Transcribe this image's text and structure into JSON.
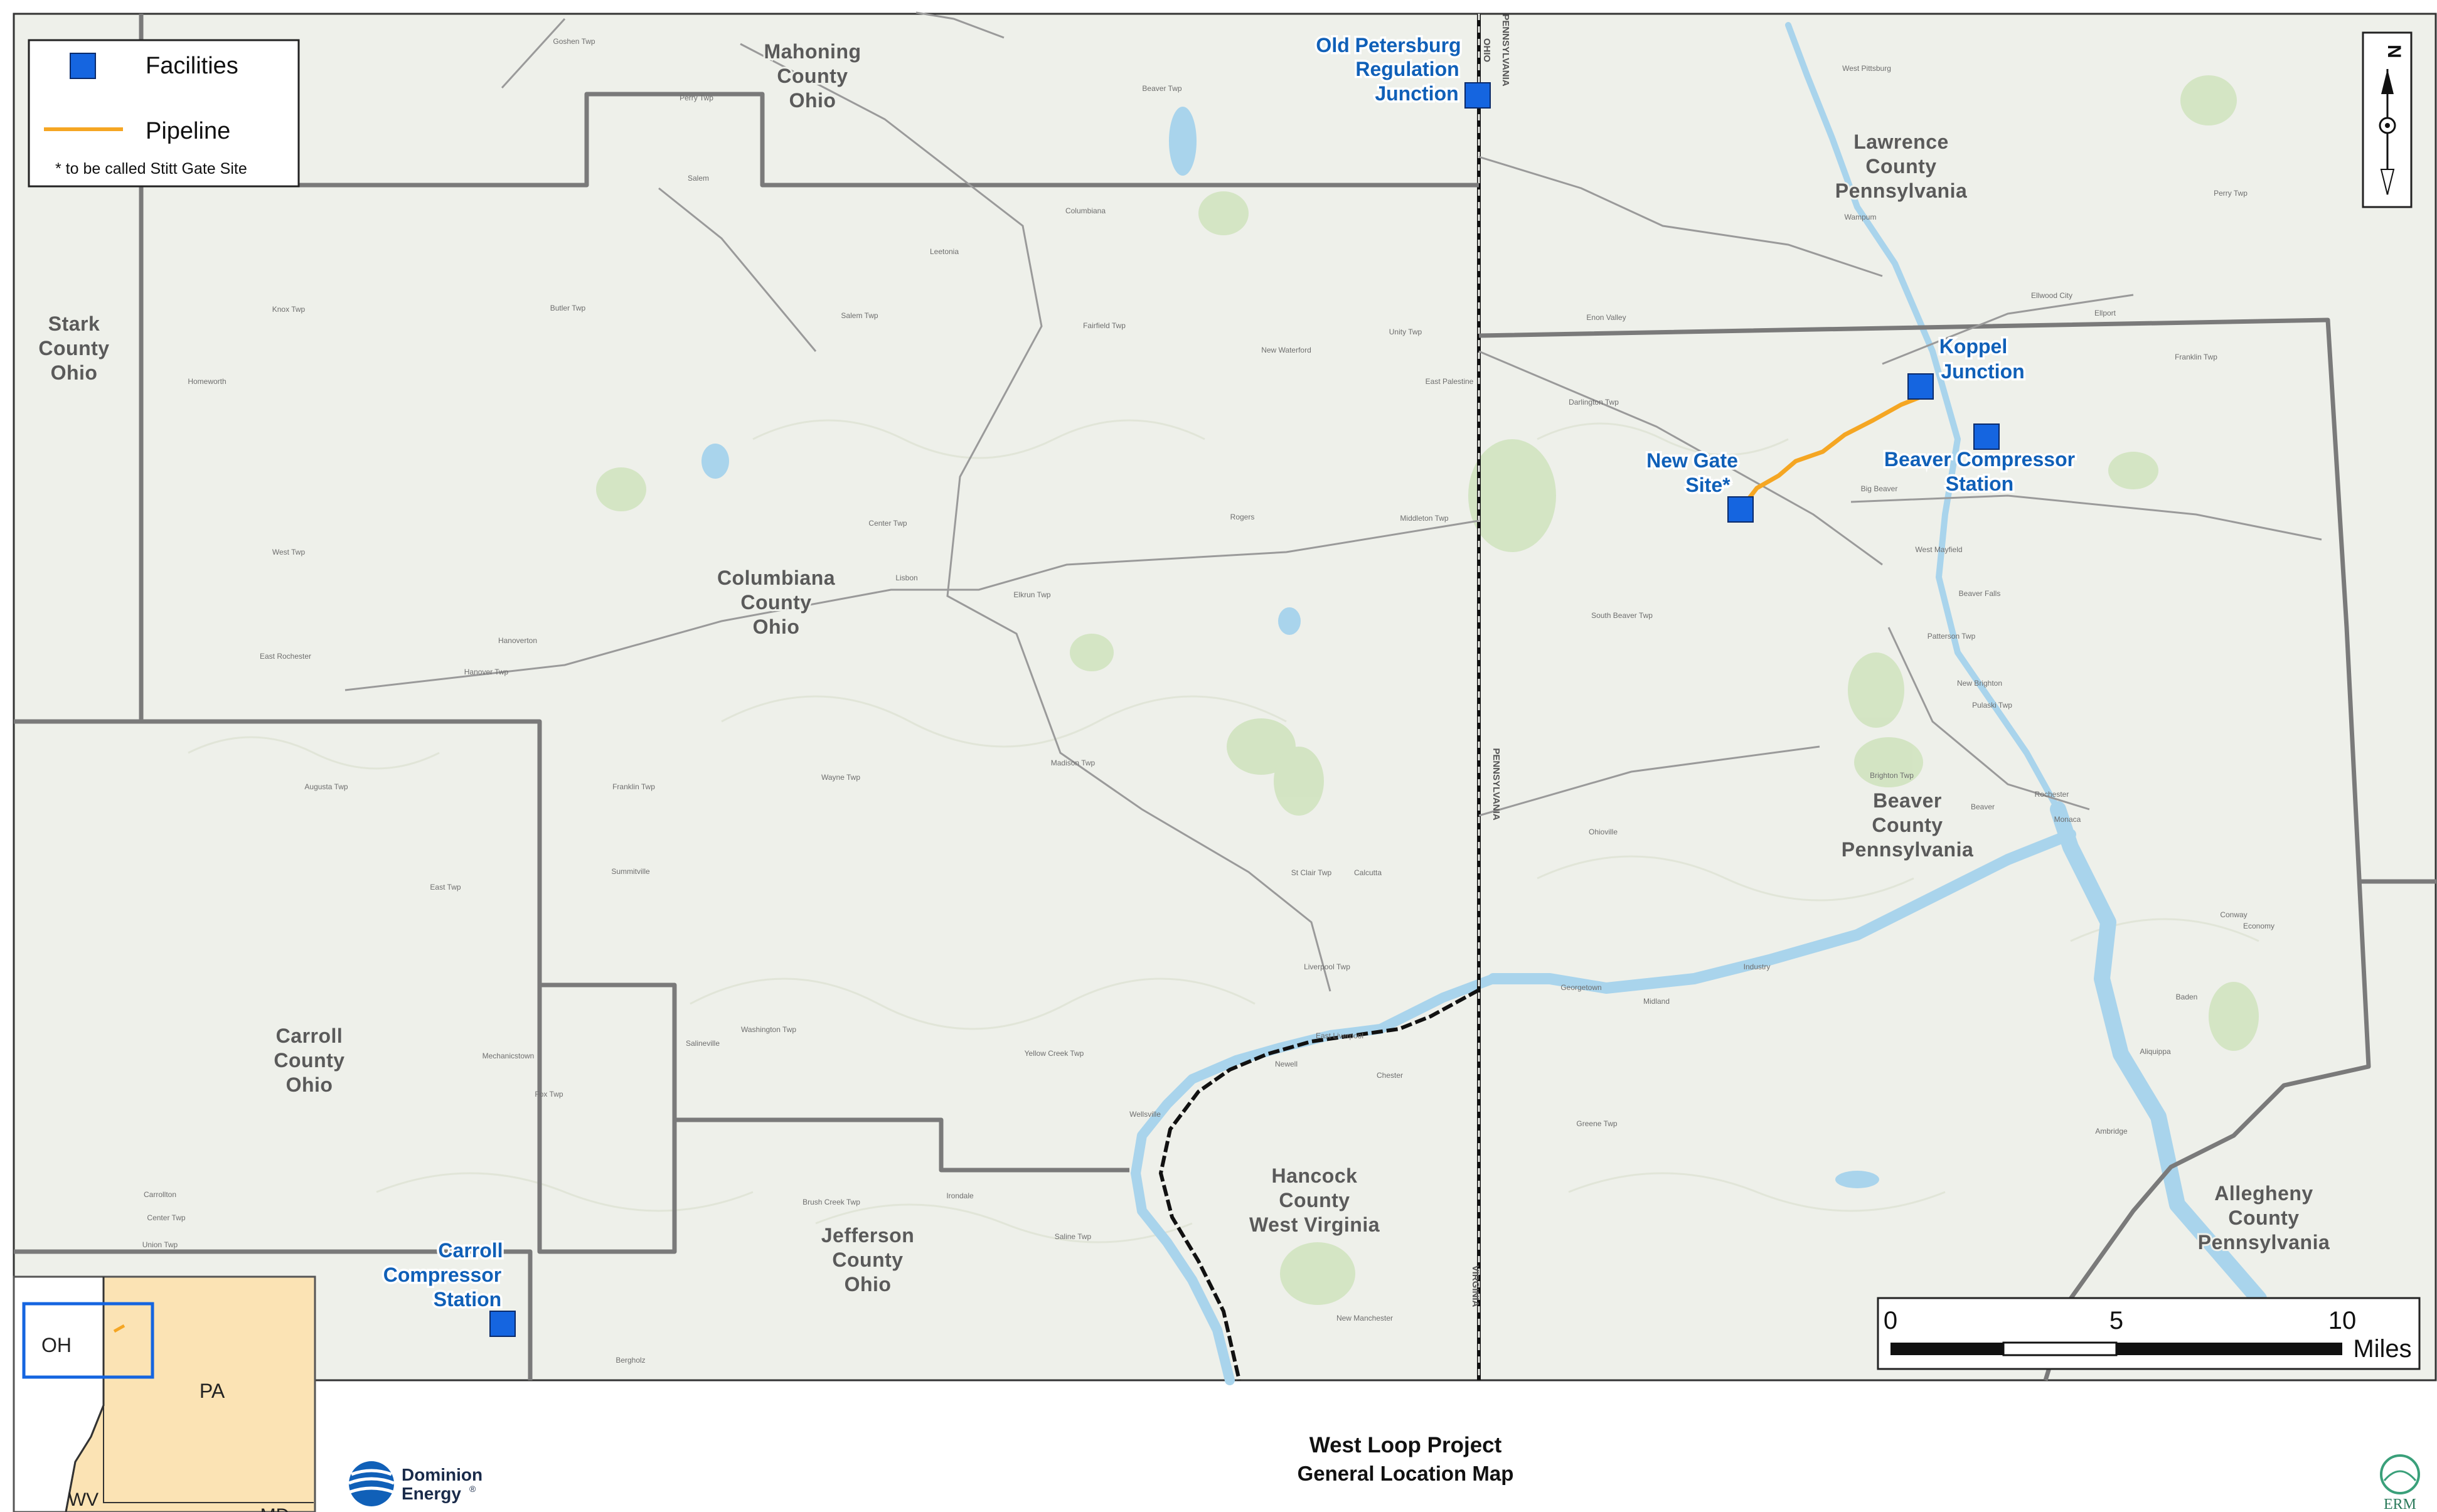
{
  "legend": {
    "facilities_label": "Facilities",
    "pipeline_label": "Pipeline",
    "footnote": "* to be called Stitt Gate Site"
  },
  "colors": {
    "facility": "#1565e0",
    "facility_label": "#1060b8",
    "pipeline": "#f5a623",
    "county_boundary": "#7a7a7a",
    "state_boundary": "#111111",
    "river": "#a9d4ec",
    "terrain": "#eef0ea",
    "park": "#cfe3bd"
  },
  "facilities": [
    {
      "name": "Old Petersburg Regulation Junction",
      "lines": [
        "Old Petersburg",
        "Regulation",
        "Junction"
      ]
    },
    {
      "name": "Koppel Junction",
      "lines": [
        "Koppel",
        "Junction"
      ]
    },
    {
      "name": "Beaver Compressor Station",
      "lines": [
        "Beaver Compressor",
        "Station"
      ]
    },
    {
      "name": "New Gate Site*",
      "lines": [
        "New Gate",
        "Site*"
      ]
    },
    {
      "name": "Carroll Compressor Station",
      "lines": [
        "Carroll",
        "Compressor",
        "Station"
      ]
    }
  ],
  "counties": [
    {
      "lines": [
        "Mahoning",
        "County",
        "Ohio"
      ]
    },
    {
      "lines": [
        "Lawrence",
        "County",
        "Pennsylvania"
      ]
    },
    {
      "lines": [
        "Stark",
        "County",
        "Ohio"
      ]
    },
    {
      "lines": [
        "Columbiana",
        "County",
        "Ohio"
      ]
    },
    {
      "lines": [
        "Beaver",
        "County",
        "Pennsylvania"
      ]
    },
    {
      "lines": [
        "Carroll",
        "County",
        "Ohio"
      ]
    },
    {
      "lines": [
        "Hancock",
        "County",
        "West Virginia"
      ]
    },
    {
      "lines": [
        "Jefferson",
        "County",
        "Ohio"
      ]
    },
    {
      "lines": [
        "Allegheny",
        "County",
        "Pennsylvania"
      ]
    }
  ],
  "places": [
    "Goshen Twp",
    "Perry Twp",
    "Beaver Twp",
    "Salem",
    "Leetonia",
    "Columbiana",
    "Butler Twp",
    "Knox Twp",
    "Salem Twp",
    "Fairfield Twp",
    "Unity Twp",
    "New Waterford",
    "East Palestine",
    "Homeworth",
    "Center Twp",
    "West Twp",
    "Lisbon",
    "Elkrun Twp",
    "Middleton Twp",
    "Rogers",
    "Hanoverton",
    "Hanover Twp",
    "East Rochester",
    "Wayne Twp",
    "Madison Twp",
    "Franklin Twp",
    "Augusta Twp",
    "East Twp",
    "Summitville",
    "St Clair Twp",
    "Calcutta",
    "Liverpool Twp",
    "East Liverpool",
    "Chester",
    "Newell",
    "Wellsville",
    "Washington Twp",
    "Salineville",
    "Yellow Creek Twp",
    "Mechanicstown",
    "Fox Twp",
    "Brush Creek Twp",
    "Irondale",
    "Saline Twp",
    "Carrollton",
    "Center Twp",
    "Union Twp",
    "Bergholz",
    "New Manchester",
    "Darlington Twp",
    "Big Beaver",
    "Enon Valley",
    "Wampum",
    "Ellwood City",
    "Ellport",
    "Franklin Twp",
    "Perry Twp",
    "West Pittsburg",
    "Beaver Falls",
    "Patterson Twp",
    "New Brighton",
    "Pulaski Twp",
    "Brighton Twp",
    "Beaver",
    "Rochester",
    "Monaca",
    "Ohioville",
    "Midland",
    "Georgetown",
    "Industry",
    "Conway",
    "Economy",
    "Baden",
    "Aliquippa",
    "Ambridge",
    "Greene Twp",
    "South Beaver Twp",
    "West Mayfield"
  ],
  "state_labels": [
    "OHIO",
    "PENNSYLVANIA",
    "VIRGINIA",
    "PENNSYLVANIA"
  ],
  "inset": {
    "states": [
      "OH",
      "PA",
      "WV",
      "MD"
    ]
  },
  "scale_bar": {
    "ticks": [
      "0",
      "5",
      "10"
    ],
    "unit": "Miles"
  },
  "north_arrow_label": "N",
  "footer": {
    "title": "West Loop Project",
    "subtitle": "General Location Map",
    "brand_line1": "Dominion",
    "brand_line2": "Energy",
    "brand_reg": "®",
    "erm": "ERM"
  }
}
